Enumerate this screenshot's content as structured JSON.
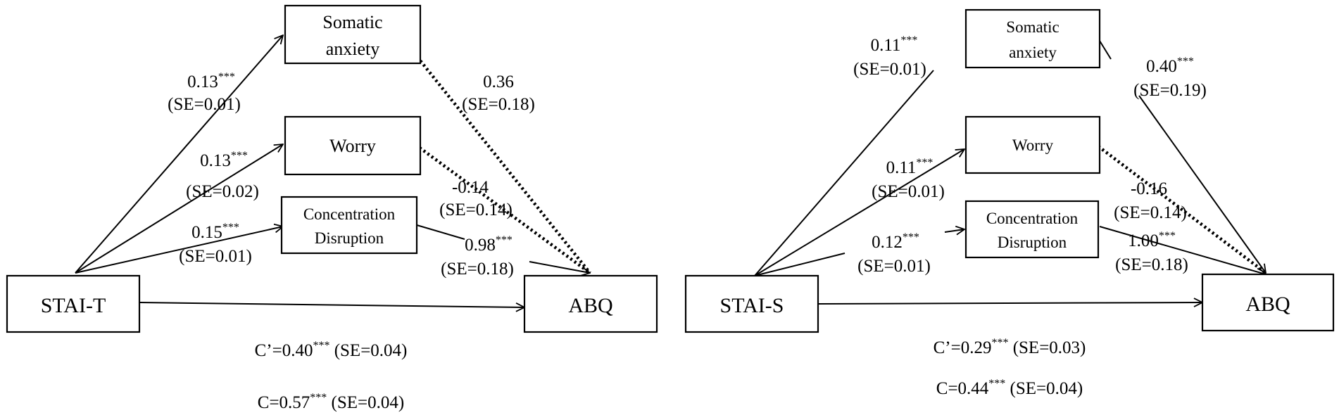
{
  "left": {
    "predictor": "STAI-T",
    "outcome": "ABQ",
    "mediators": {
      "somatic": [
        "Somatic",
        "anxiety"
      ],
      "worry": [
        "Worry"
      ],
      "concentration": [
        "Concentration",
        "Disruption"
      ]
    },
    "paths": {
      "a_somatic": {
        "coef": "0.13",
        "stars": "***",
        "se": "(SE=0.01)"
      },
      "a_worry": {
        "coef": "0.13",
        "stars": "***",
        "se": "(SE=0.02)"
      },
      "a_concentration": {
        "coef": "0.15",
        "stars": "***",
        "se": "(SE=0.01)"
      },
      "b_somatic": {
        "coef": "0.36",
        "stars": "",
        "se": "(SE=0.18)"
      },
      "b_worry": {
        "coef": "-0.14",
        "stars": "",
        "se": "(SE=0.14)"
      },
      "b_concentration": {
        "coef": "0.98",
        "stars": "***",
        "se": "(SE=0.18)"
      }
    },
    "c_prime": {
      "prefix": "C’=0.40",
      "stars": "***",
      "se": " (SE=0.04)"
    },
    "c_total": {
      "prefix": "C=0.57",
      "stars": "***",
      "se": " (SE=0.04)"
    }
  },
  "right": {
    "predictor": "STAI-S",
    "outcome": "ABQ",
    "mediators": {
      "somatic": [
        "Somatic",
        "anxiety"
      ],
      "worry": [
        "Worry"
      ],
      "concentration": [
        "Concentration",
        "Disruption"
      ]
    },
    "paths": {
      "a_somatic": {
        "coef": "0.11",
        "stars": "***",
        "se": "(SE=0.01)"
      },
      "a_worry": {
        "coef": "0.11",
        "stars": "***",
        "se": "(SE=0.01)"
      },
      "a_concentration": {
        "coef": "0.12",
        "stars": "***",
        "se": "(SE=0.01)"
      },
      "b_somatic": {
        "coef": "0.40",
        "stars": "***",
        "se": "(SE=0.19)"
      },
      "b_worry": {
        "coef": "-0.16",
        "stars": "",
        "se": "(SE=0.14)"
      },
      "b_concentration": {
        "coef": "1.00",
        "stars": "***",
        "se": "(SE=0.18)"
      }
    },
    "c_prime": {
      "prefix": "C’=0.29",
      "stars": "***",
      "se": " (SE=0.03)"
    },
    "c_total": {
      "prefix": "C=0.44",
      "stars": "***",
      "se": " (SE=0.04)"
    }
  }
}
